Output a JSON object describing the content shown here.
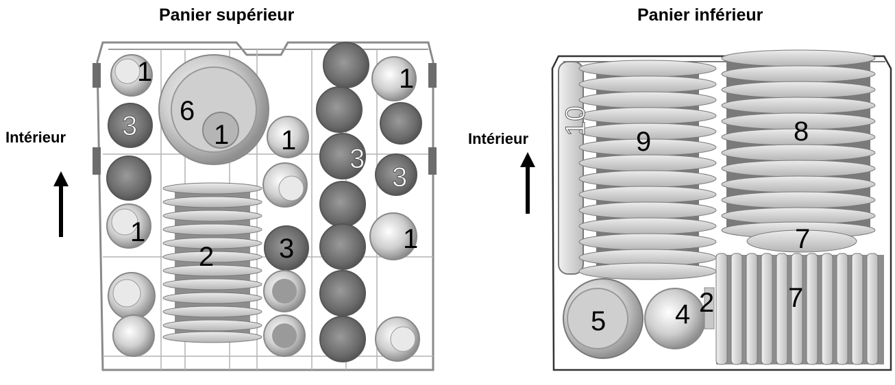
{
  "upper": {
    "title": "Panier supérieur",
    "side_label": "Intérieur"
  },
  "lower": {
    "title": "Panier inférieur",
    "side_label": "Intérieur"
  },
  "callouts": {
    "cup": "1",
    "bowl_small": "6",
    "glass": "3",
    "plates": "2",
    "lower_plates_a": "9",
    "lower_plates_b": "8",
    "lower_tray": "10",
    "lower_plate_stack": "7",
    "lower_pot": "5",
    "lower_bowl": "4",
    "lower_small": "2"
  },
  "colors": {
    "metal": "#8a8a8a",
    "dark_glass": "#6e6e6e",
    "light_dish": "#d8d8d8",
    "plate_edge": "#7a7a7a"
  }
}
